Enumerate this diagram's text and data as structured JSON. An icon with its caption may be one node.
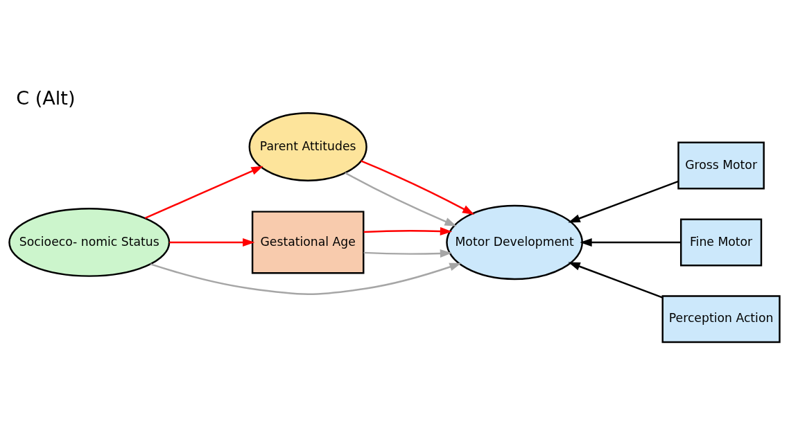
{
  "diagram": {
    "title": "C (Alt)",
    "nodes": [
      {
        "text": [
          "Socioeco- nomic Status"
        ]
      },
      {
        "text": [
          "Parent Attitudes"
        ]
      },
      {
        "text": [
          "Gestational Age"
        ]
      },
      {
        "text": [
          "Motor Development"
        ]
      },
      {
        "text": [
          "Gross Motor"
        ]
      },
      {
        "text": [
          "Fine Motor"
        ]
      },
      {
        "text": [
          "Perception Action"
        ]
      }
    ],
    "edges": [
      {
        "from": 0,
        "to": 1,
        "arrow": "to",
        "color": "#ff0000"
      },
      {
        "from": 0,
        "to": 2,
        "arrow": "to",
        "color": "#ff0000"
      },
      {
        "from": 0,
        "to": 3,
        "arrow": "to",
        "color": "#a6a6a6"
      },
      {
        "from": 1,
        "to": 3,
        "arrow": "to",
        "color": "#a6a6a6"
      },
      {
        "from": 1,
        "to": 3,
        "arrow": "to",
        "color": "#ff0000"
      },
      {
        "from": 2,
        "to": 3,
        "arrow": "to",
        "color": "#a6a6a6"
      },
      {
        "from": 2,
        "to": 3,
        "arrow": "to",
        "color": "#ff0000"
      },
      {
        "from": 4,
        "to": 3,
        "arrow": "to",
        "color": "#000000"
      },
      {
        "from": 5,
        "to": 3,
        "arrow": "to",
        "color": "#000000"
      },
      {
        "from": 6,
        "to": 3,
        "arrow": "to",
        "color": "#000000"
      }
    ]
  }
}
